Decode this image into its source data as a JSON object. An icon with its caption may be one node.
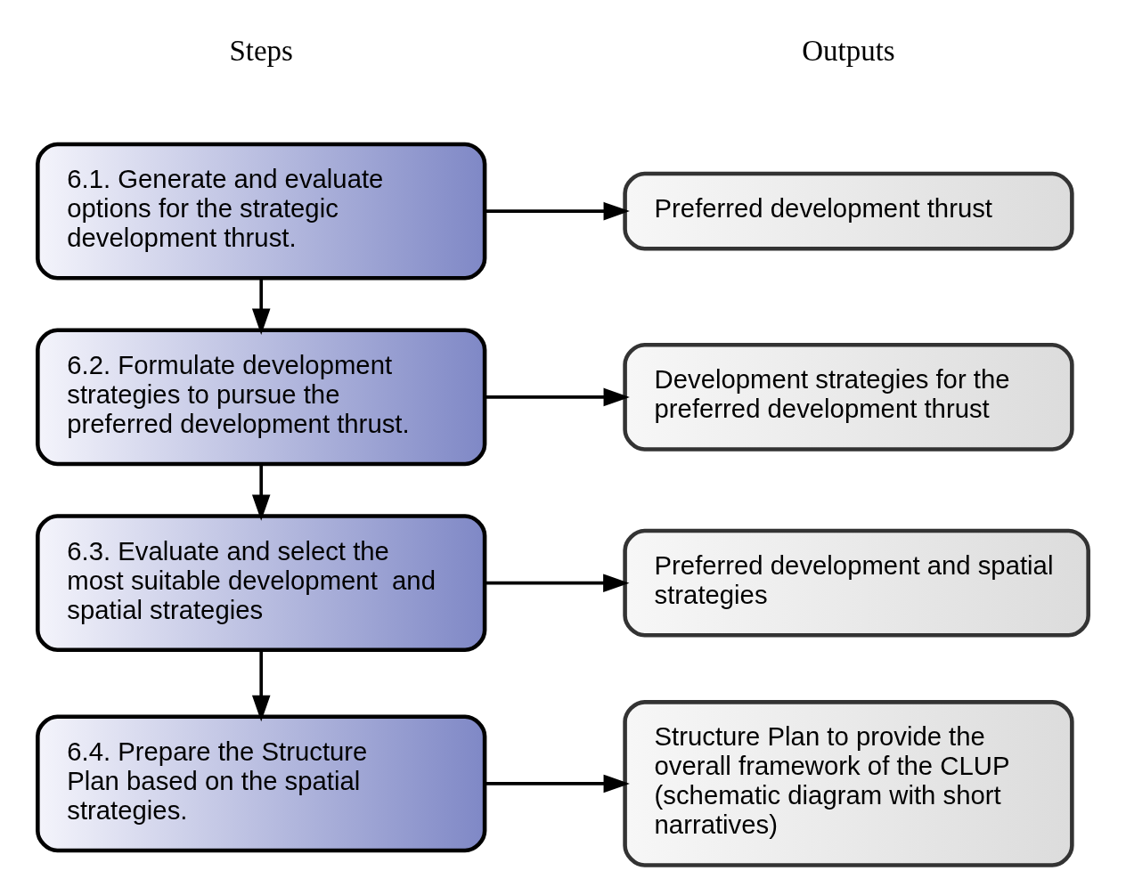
{
  "diagram": {
    "nodes": [
      {
        "text": [
          "6.1. Generate and evaluate options for the strategic development thrust."
        ]
      },
      {
        "text": [
          "Preferred development thrust"
        ]
      },
      {
        "text": [
          "6.2. Formulate development strategies to pursue the preferred development thrust."
        ]
      },
      {
        "text": [
          "Development strategies for the preferred development thrust"
        ]
      },
      {
        "text": [
          "6.3. Evaluate and select the most suitable development  and spatial strategies"
        ]
      },
      {
        "text": [
          "Preferred development and spatial strategies"
        ]
      },
      {
        "text": [
          "6.4. Prepare the Structure Plan based on the spatial strategies."
        ]
      },
      {
        "text": [
          "Structure Plan to provide the overall framework of the CLUP (schematic diagram with short narratives)"
        ]
      }
    ],
    "edges": [
      {
        "from": 0,
        "to": 1,
        "arrow": "to"
      },
      {
        "from": 0,
        "to": 2,
        "arrow": "to"
      },
      {
        "from": 2,
        "to": 3,
        "arrow": "to"
      },
      {
        "from": 2,
        "to": 4,
        "arrow": "to"
      },
      {
        "from": 4,
        "to": 5,
        "arrow": "to"
      },
      {
        "from": 4,
        "to": 6,
        "arrow": "to"
      },
      {
        "from": 6,
        "to": 7,
        "arrow": "to"
      }
    ],
    "labels": [
      "Steps",
      "Outputs"
    ]
  }
}
